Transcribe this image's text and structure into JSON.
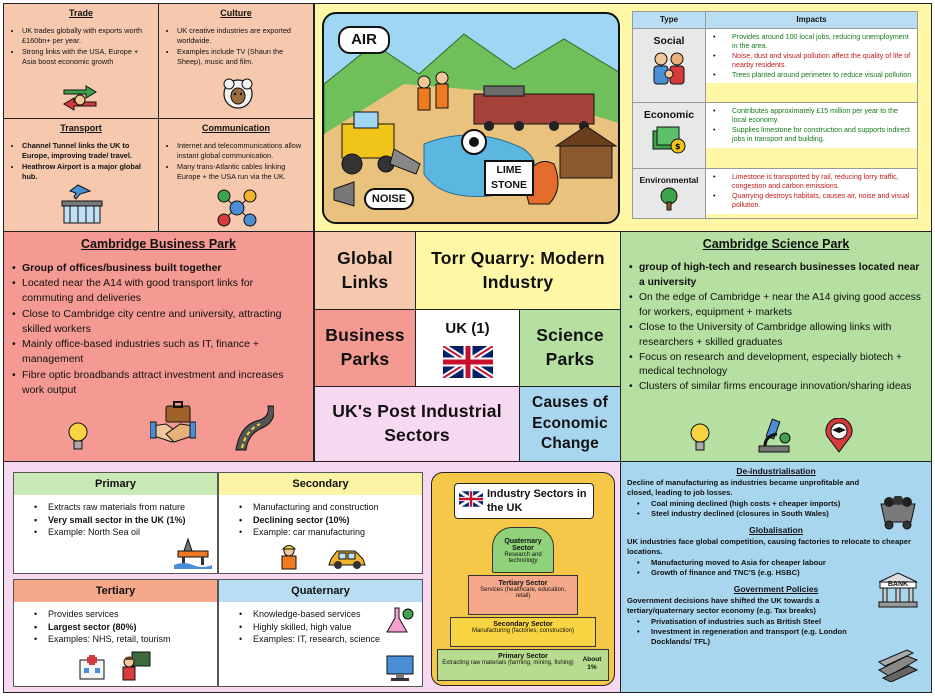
{
  "global_links": {
    "trade": {
      "title": "Trade",
      "points": [
        "UK trades globally with exports worth £160bn+ per year.",
        "Strong links with the USA, Europe + Asia boost economic growth"
      ],
      "icon": "handshake-arrows-icon"
    },
    "culture": {
      "title": "Culture",
      "points": [
        "UK creative industries are exported worldwide.",
        "Examples include TV (Shaun the Sheep), music and film."
      ],
      "icon": "sheep-icon"
    },
    "transport": {
      "title": "Transport",
      "points": [
        "Channel Tunnel links the UK to Europe, improving trade/ travel.",
        "Heathrow Airport is a major global hub."
      ],
      "icon": "airport-icon"
    },
    "communication": {
      "title": "Communication",
      "points": [
        "Internet and telecommunications allow instant global communication.",
        "Many trans-Atlantic cables linking Europe + the USA run via the UK."
      ],
      "icon": "communication-icon"
    }
  },
  "quarry_scene": {
    "labels": [
      "AIR",
      "NOISE",
      "LIME",
      "STONE"
    ]
  },
  "impacts_table": {
    "headers": [
      "Type",
      "Impacts"
    ],
    "social": {
      "label": "Social",
      "points": [
        "Provides around 100 local jobs, reducing unemployment in the area.",
        "Noise, dust and visual pollution affect the quality of life of nearby residents.",
        "Trees planted around perimeter to reduce visual pollution"
      ]
    },
    "economic": {
      "label": "Economic",
      "points": [
        "Contributes approximately £15 million per year to the local economy.",
        "Supplies limestone for construction and supports indirect jobs in transport and building."
      ]
    },
    "environmental": {
      "label": "Environmental",
      "points": [
        "Limestone is transported by rail, reducing lorry traffic, congestion and carbon emissions.",
        "Quarrying destroys habitats, causes air, noise and visual pollution."
      ]
    }
  },
  "business_park": {
    "title": "Cambridge Business Park",
    "points": [
      "Group of offices/business built together",
      "Located near the A14 with good transport links for commuting and deliveries",
      "Close to Cambridge city centre and university, attracting skilled workers",
      "Mainly office-based industries such as IT, finance + management",
      "Fibre optic broadbands attract investment and increases work output"
    ]
  },
  "center": {
    "global_links": "Global Links",
    "torr_quarry": "Torr Quarry: Modern Industry",
    "business_parks": "Business Parks",
    "uk": "UK (1)",
    "science_parks": "Science Parks",
    "post_industrial": "UK's Post Industrial Sectors",
    "causes": "Causes of Economic Change"
  },
  "science_park": {
    "title": "Cambridge Science Park",
    "points": [
      "group of high-tech and research businesses located near a university",
      "On the edge of Cambridge + near the A14 giving good access for workers, equipment + markets",
      "Close to the University of Cambridge allowing links with researchers + skilled graduates",
      "Focus on research and development, especially biotech + medical technology",
      "Clusters of similar firms encourage innovation/sharing ideas"
    ]
  },
  "sectors": {
    "primary": {
      "title": "Primary",
      "points": [
        "Extracts raw materials from nature",
        "Very small sector in the UK (1%)",
        "Example: North Sea oil"
      ]
    },
    "secondary": {
      "title": "Secondary",
      "points": [
        "Manufacturing and construction",
        "Declining sector (10%)",
        "Example: car manufacturing"
      ]
    },
    "tertiary": {
      "title": "Tertiary",
      "points": [
        "Provides services",
        "Largest sector (80%)",
        "Examples: NHS, retail, tourism"
      ]
    },
    "quaternary": {
      "title": "Quaternary",
      "points": [
        "Knowledge-based services",
        "Highly skilled, high value",
        "Examples: IT, research, science"
      ]
    }
  },
  "pyramid": {
    "title": "Industry Sectors in the UK",
    "levels": [
      {
        "name": "Quaternary Sector",
        "detail": "Research and technology"
      },
      {
        "name": "Tertiary Sector",
        "detail": "Services (healthcare, education, retail)"
      },
      {
        "name": "Secondary Sector",
        "detail": "Manufacturing (factories, construction)"
      },
      {
        "name": "Primary Sector",
        "detail": "Extracting raw materials (farming, mining, fishing)",
        "share": "About 1%"
      }
    ]
  },
  "causes": {
    "deindustrialisation": {
      "title": "De-industrialisation",
      "text": "Decline of manufacturing as industries became unprofitable and closed, leading to job losses.",
      "points": [
        "Coal mining declined (high costs + cheaper imports)",
        "Steel industry declined (closures in South Wales)"
      ]
    },
    "globalisation": {
      "title": "Globalisation",
      "text": "UK industries face global competition, causing factories to relocate to cheaper locations.",
      "points": [
        "Manufacturing moved to Asia for cheaper labour",
        "Growth of finance and TNC'S (e.g. HSBC)"
      ],
      "bank_label": "BANK"
    },
    "government": {
      "title": "Government Policies",
      "text": "Government decisions have shifted the UK towards a tertiary/quaternary sector economy (e.g. Tax breaks)",
      "points": [
        "Privatisation of industries such as British Steel",
        "Investment in regeneration and transport (e.g. London Docklands/ TFL)"
      ]
    }
  }
}
